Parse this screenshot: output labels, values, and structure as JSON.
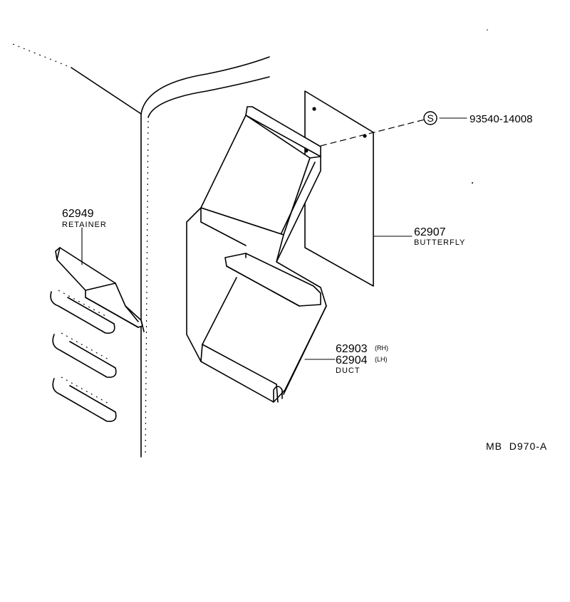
{
  "callouts": {
    "clip": {
      "symbol": "S",
      "part_number": "93540-14008"
    },
    "butterfly": {
      "part_number": "62907",
      "name": "BUTTERFLY"
    },
    "retainer": {
      "part_number": "62949",
      "name": "RETAINER"
    },
    "duct": {
      "part_number_rh": "62903",
      "suffix_rh": "(RH)",
      "part_number_lh": "62904",
      "suffix_lh": "(LH)",
      "name": "DUCT"
    }
  },
  "diagram_code": "MB  D970-A"
}
